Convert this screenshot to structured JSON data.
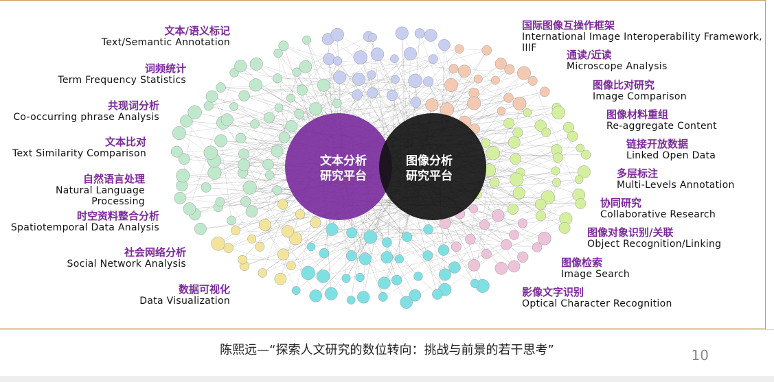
{
  "left_labels": [
    {
      "zh": "文本/语义标记",
      "en": "Text/Semantic Annotation"
    },
    {
      "zh": "词频统计",
      "en": "Term Frequency Statistics"
    },
    {
      "zh": "共现词分析",
      "en": "Co-occurring phrase Analysis"
    },
    {
      "zh": "文本比对",
      "en": "Text Similarity Comparison"
    },
    {
      "zh": "自然语言处理",
      "en": "Natural Language Processing"
    },
    {
      "zh": "时空资料整合分析",
      "en": "Spatiotemporal Data Analysis"
    },
    {
      "zh": "社会网络分析",
      "en": "Social Network Analysis"
    },
    {
      "zh": "数据可视化",
      "en": "Data Visualization"
    }
  ],
  "right_labels": [
    {
      "zh": "国际图像互操作框架",
      "en": "International Image Interoperability Framework, IIIF"
    },
    {
      "zh": "通读/近读",
      "en": "Microscope Analysis"
    },
    {
      "zh": "图像比对研究",
      "en": "Image Comparison"
    },
    {
      "zh": "图像材料重组",
      "en": "Re-aggregate Content"
    },
    {
      "zh": "链接开放数据",
      "en": "Linked Open Data"
    },
    {
      "zh": "多层标注",
      "en": "Multi-Levels Annotation"
    },
    {
      "zh": "协同研究",
      "en": "Collaborative Research"
    },
    {
      "zh": "图像对象识别/关联",
      "en": "Object Recognition/Linking"
    },
    {
      "zh": "图像检索",
      "en": "Image Search"
    },
    {
      "zh": "影像文字识别",
      "en": "Optical Character Recognition"
    }
  ],
  "venn": {
    "text_platform": [
      "文本分析",
      "研究平台"
    ],
    "image_platform": [
      "图像分析",
      "研究平台"
    ],
    "text_color": "#7b2f9e",
    "image_color": "#111111"
  },
  "footer": {
    "citation": "陈熙远—“探索人文研究的数位转向：挑战与前景的若干思考”",
    "page_number": "10"
  },
  "colors": {
    "label_zh": "#7b2a9a",
    "node_green": "#bfe8cc",
    "node_cyan": "#7fe0e4",
    "node_blue": "#c7cef0",
    "node_peach": "#f4c9b2",
    "node_lime": "#d4ef9e",
    "node_pink": "#ecc3d9",
    "node_yellow": "#f2e49a"
  }
}
